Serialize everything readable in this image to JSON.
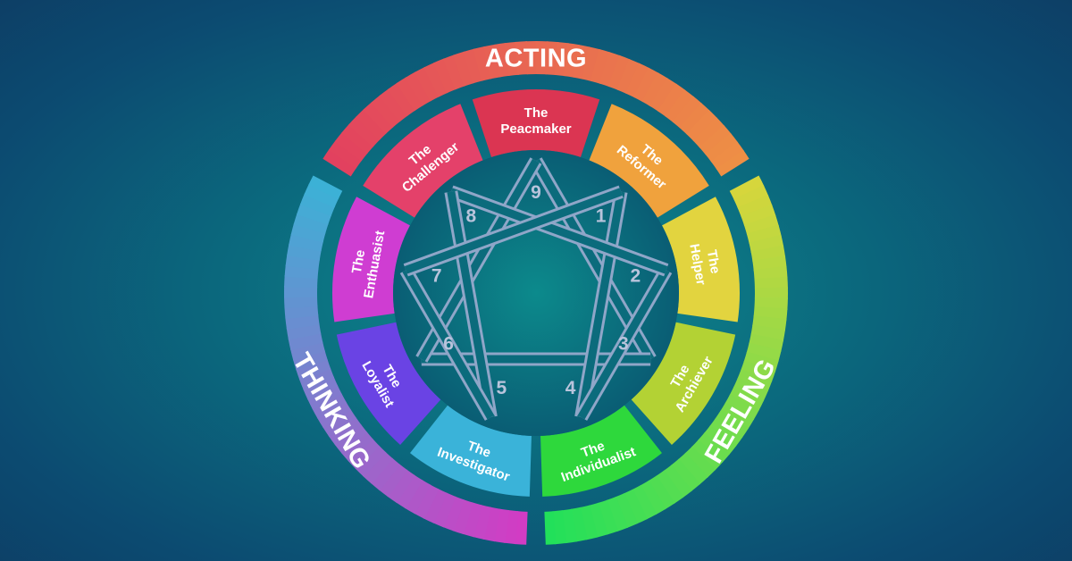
{
  "categories": [
    {
      "label": "ACTING",
      "color_start": "#e2415f",
      "color_end": "#ee8f45"
    },
    {
      "label": "FEELING",
      "color_start": "#d6d63c",
      "color_end": "#22e05a"
    },
    {
      "label": "THINKING",
      "color_start": "#d23cc4",
      "color_end": "#3cb1d6"
    }
  ],
  "types": [
    {
      "number": "9",
      "line1": "The",
      "line2": "Peacmaker",
      "color": "#db3552"
    },
    {
      "number": "1",
      "line1": "The",
      "line2": "Reformer",
      "color": "#f0a23d"
    },
    {
      "number": "2",
      "line1": "The",
      "line2": "Helper",
      "color": "#e2d43f"
    },
    {
      "number": "3",
      "line1": "The",
      "line2": "Archiever",
      "color": "#b3d234"
    },
    {
      "number": "4",
      "line1": "The",
      "line2": "Individualist",
      "color": "#2ed83c"
    },
    {
      "number": "5",
      "line1": "The",
      "line2": "Investigator",
      "color": "#3ab3d9"
    },
    {
      "number": "6",
      "line1": "The",
      "line2": "Loyalist",
      "color": "#6a43e4"
    },
    {
      "number": "7",
      "line1": "The",
      "line2": "Enthuasist",
      "color": "#cf3dd2"
    },
    {
      "number": "8",
      "line1": "The",
      "line2": "Challenger",
      "color": "#e4416a"
    }
  ],
  "colors": {
    "star_stroke": "#8fa6c8",
    "star_fill": "#6f88b0",
    "center": "#0a7a80"
  }
}
